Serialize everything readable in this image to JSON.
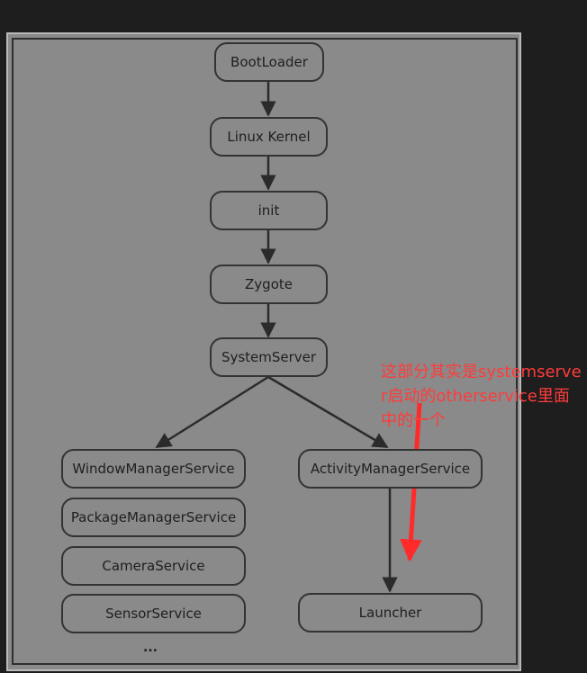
{
  "colors": {
    "background": "#1e1e1e",
    "canvas": "#8a8a8a",
    "outline": "#333333",
    "annotation": "#ff3b3b"
  },
  "diagram": {
    "nodes": {
      "bootloader": "BootLoader",
      "linux_kernel": "Linux Kernel",
      "init": "init",
      "zygote": "Zygote",
      "system_server": "SystemServer",
      "window_manager_service": "WindowManagerService",
      "package_manager_service": "PackageManagerService",
      "camera_service": "CameraService",
      "sensor_service": "SensorService",
      "activity_manager_service": "ActivityManagerService",
      "launcher": "Launcher"
    },
    "ellipsis": "...",
    "edges": [
      [
        "BootLoader",
        "Linux Kernel"
      ],
      [
        "Linux Kernel",
        "init"
      ],
      [
        "init",
        "Zygote"
      ],
      [
        "Zygote",
        "SystemServer"
      ],
      [
        "SystemServer",
        "WindowManagerService"
      ],
      [
        "SystemServer",
        "ActivityManagerService"
      ],
      [
        "ActivityManagerService",
        "Launcher"
      ]
    ]
  },
  "annotation": {
    "text": "这部分其实是systemserver启动的otherservice里面中的一个"
  }
}
